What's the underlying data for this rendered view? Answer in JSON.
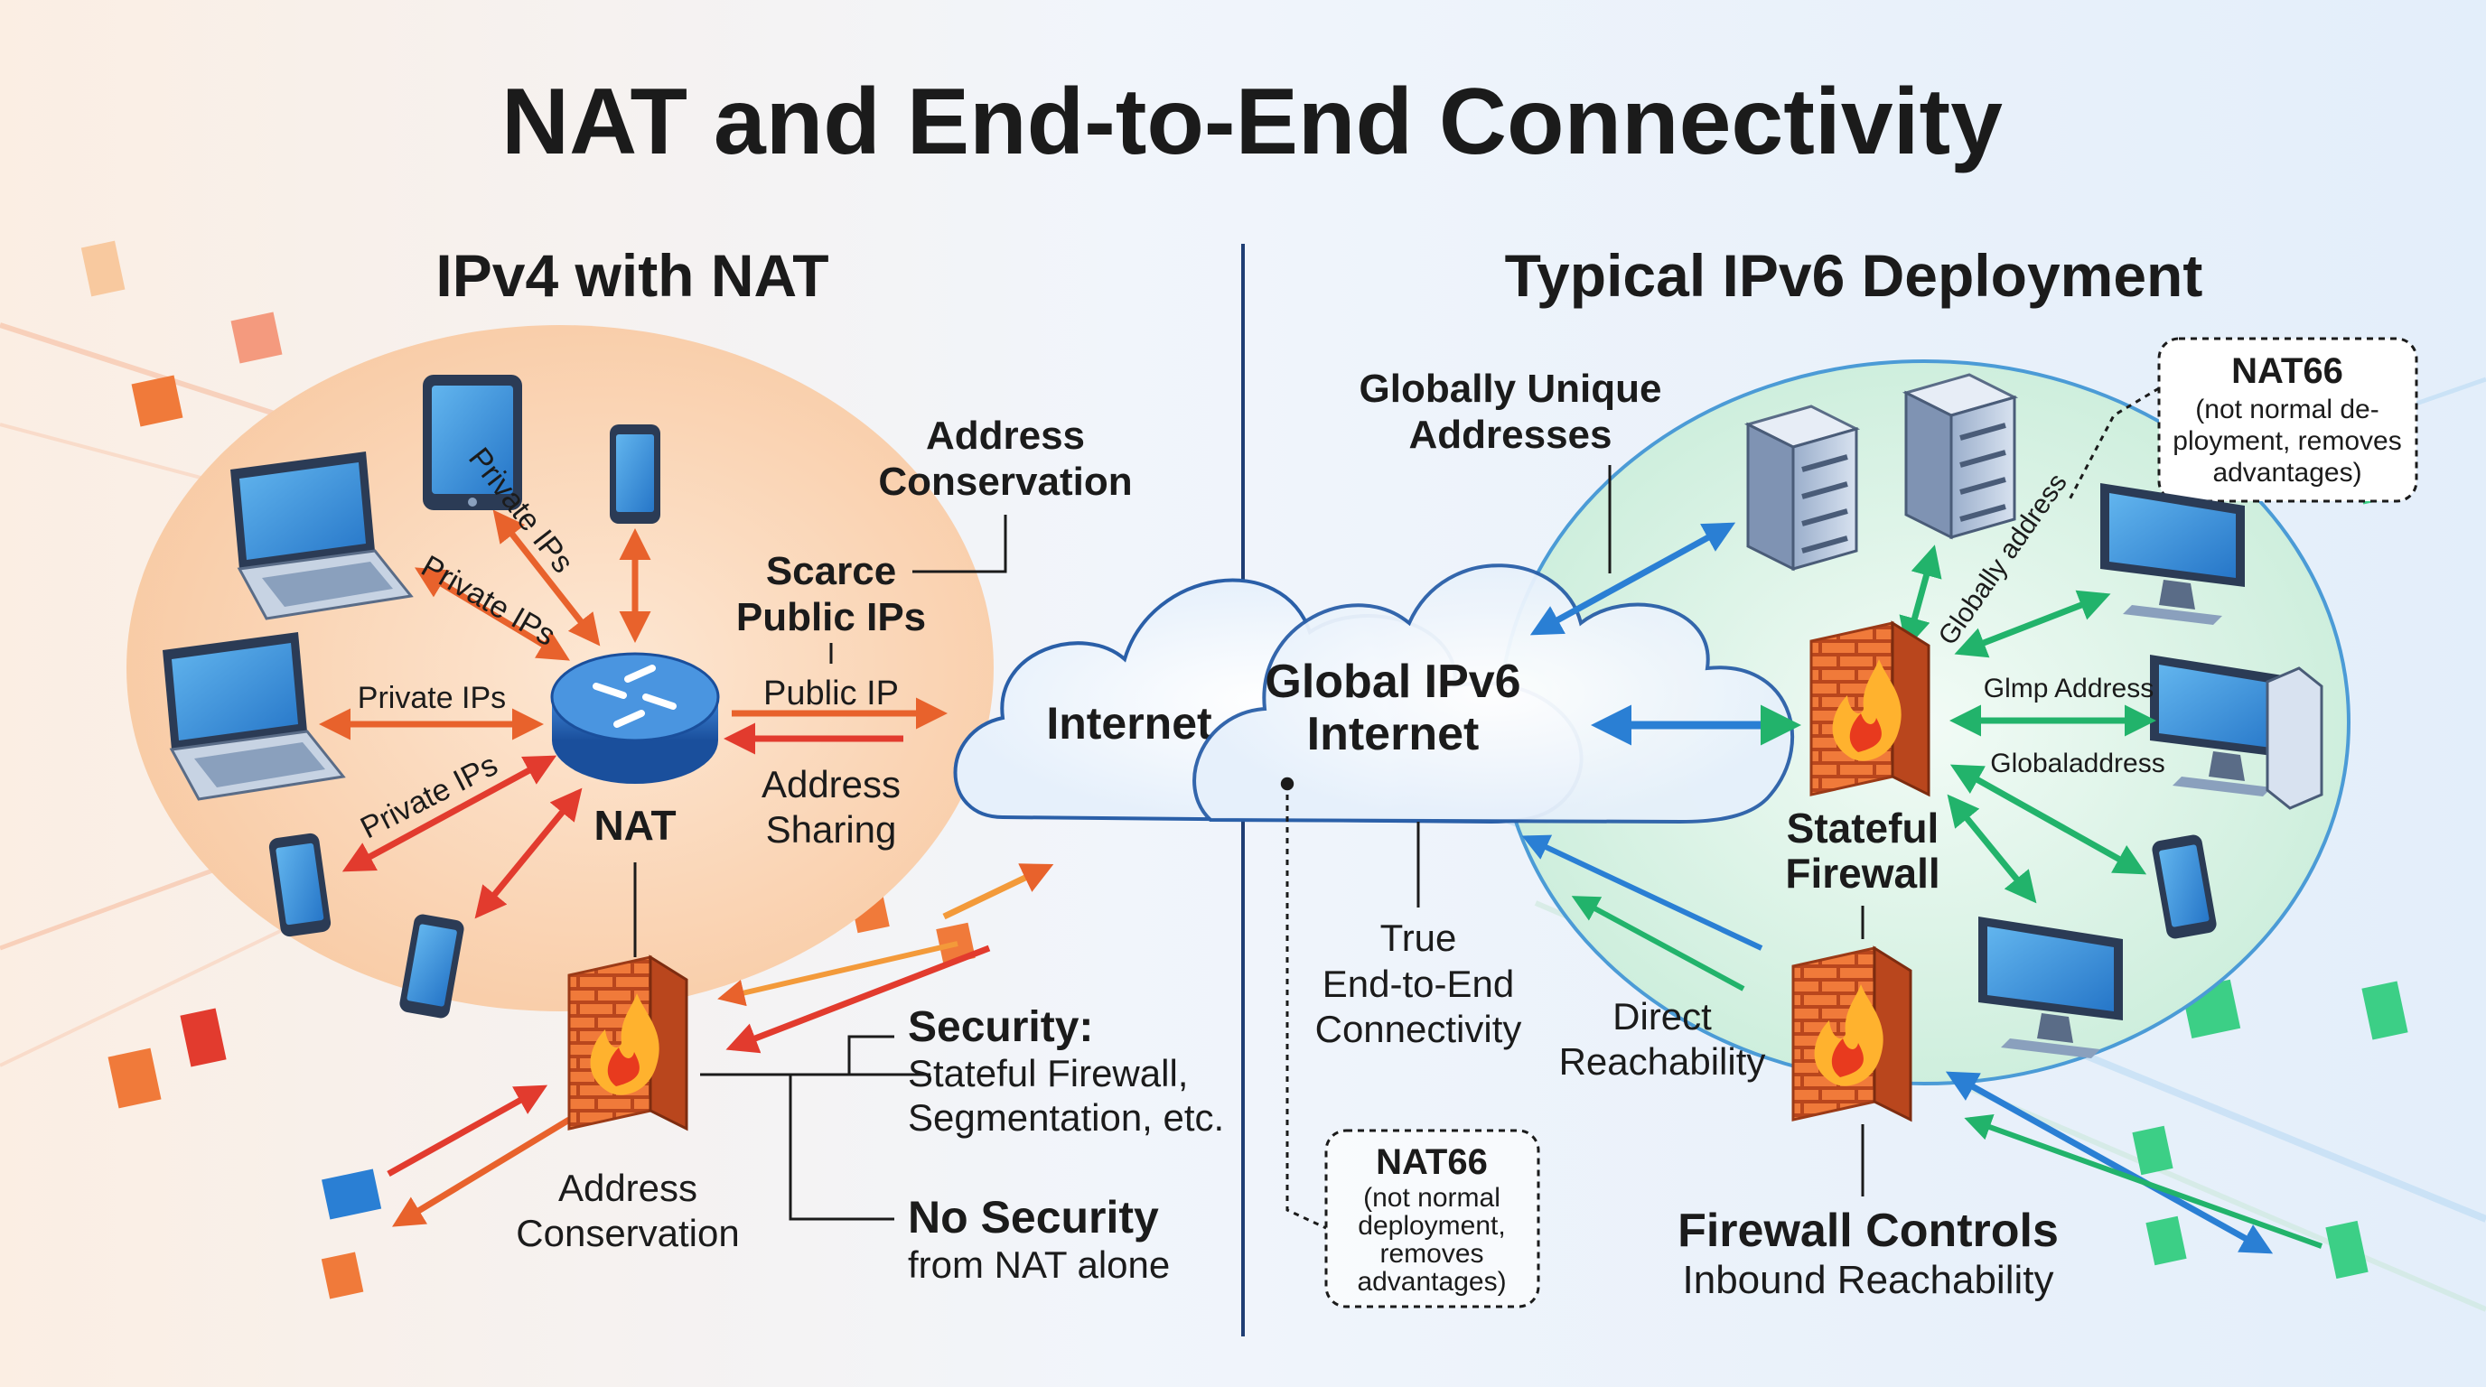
{
  "title": "NAT and End-to-End Connectivity",
  "left": {
    "heading": "IPv4 with NAT",
    "nat_label": "NAT",
    "private_ips_labels": [
      "Private IPs",
      "Private IPs",
      "Private IPs",
      "Private IPs"
    ],
    "address_conservation_top": [
      "Address",
      "Conservation"
    ],
    "scarce_public_ips": [
      "Scarce",
      "Public IPs"
    ],
    "public_ip": "Public IP",
    "address_sharing": [
      "Address",
      "Sharing"
    ],
    "internet": "Internet",
    "security_title": "Security:",
    "security_lines": [
      "Stateful Firewall,",
      "Segmentation, etc."
    ],
    "no_security_title": "No Security",
    "no_security_sub": "from NAT alone",
    "address_conservation_bottom": [
      "Address",
      "Conservation"
    ]
  },
  "right": {
    "heading": "Typical IPv6 Deployment",
    "globally_unique": [
      "Globally Unique",
      "Addresses"
    ],
    "global_internet": [
      "Global IPv6",
      "Internet"
    ],
    "nat66_top": {
      "title": "NAT66",
      "lines": [
        "(not normal de-",
        "ployment, removes",
        "advantages)"
      ]
    },
    "nat66_bottom": {
      "title": "NAT66",
      "lines": [
        "(not normal",
        "deployment,",
        "removes",
        "advantages)"
      ]
    },
    "globally_address": "Globally address",
    "glmp_address": "Glmp Address",
    "globaladdress": "Globaladdress",
    "stateful_firewall": [
      "Stateful",
      "Firewall"
    ],
    "true_e2e": [
      "True",
      "End-to-End",
      "Connectivity"
    ],
    "direct_reachability": [
      "Direct",
      "Reachability"
    ],
    "firewall_controls_title": "Firewall Controls",
    "firewall_controls_sub": "Inbound Reachability"
  },
  "colors": {
    "orange_arrow": "#e8622c",
    "red_arrow": "#e23b2e",
    "blue_arrow": "#2a7fd4",
    "green_arrow": "#22b36b",
    "left_zone": "#fbd7b8",
    "right_zone": "#d7f1e3"
  }
}
